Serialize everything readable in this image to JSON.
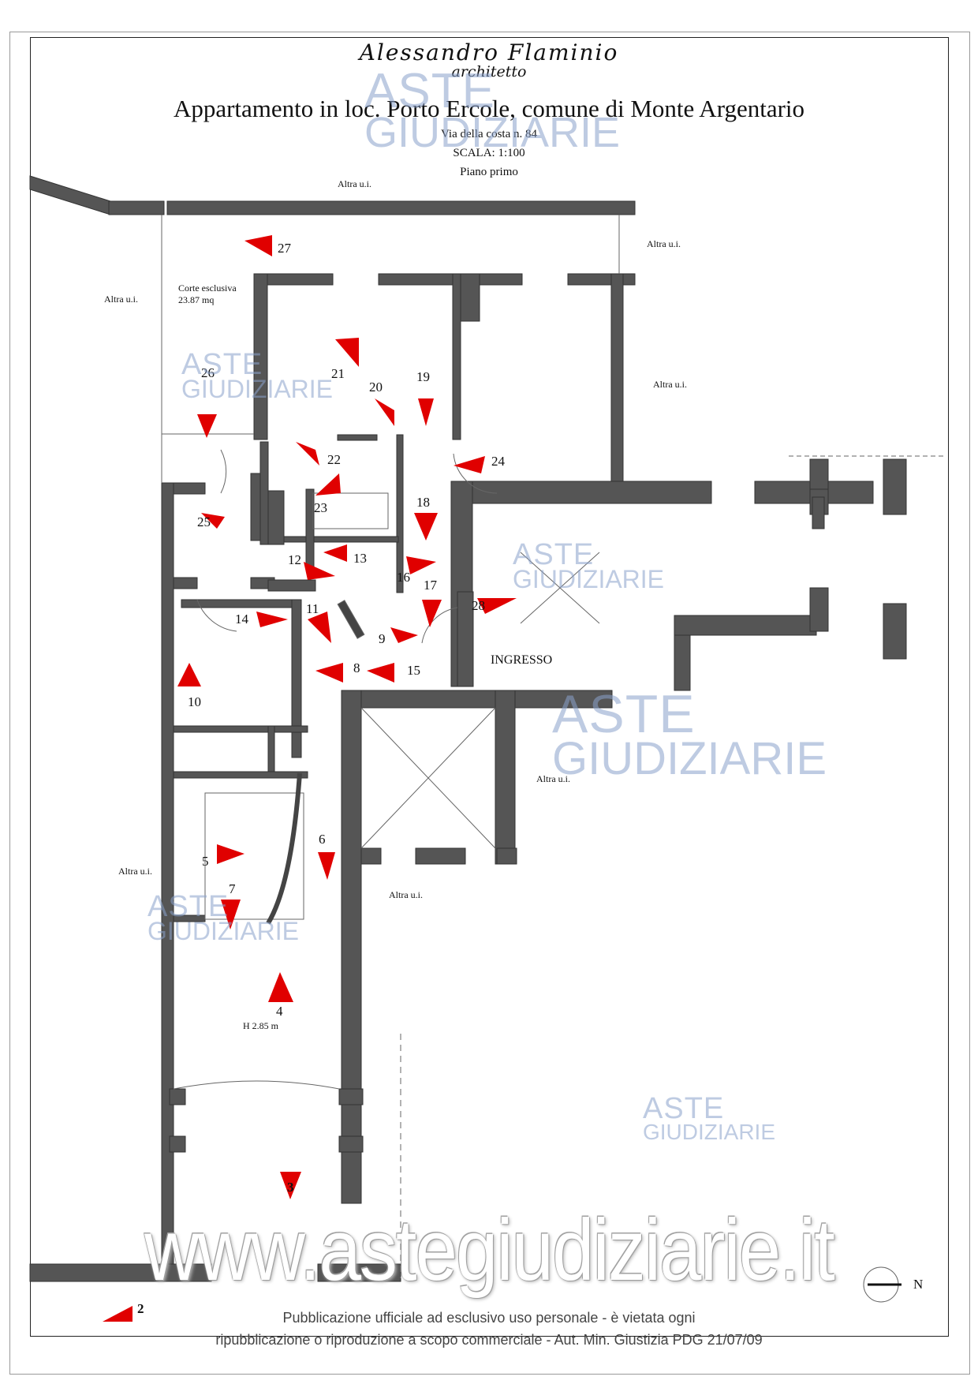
{
  "header": {
    "author": "Alessandro  Flaminio",
    "role": "architetto",
    "title": "Appartamento in loc. Porto Ercole, comune di Monte Argentario",
    "address": "Via della costa n. 84",
    "scale": "SCALA: 1:100",
    "floor": "Piano primo"
  },
  "labels": {
    "altra": "Altra u.i.",
    "corte_1": "Corte esclusiva",
    "corte_2": "23.87 mq",
    "ingresso": "INGRESSO",
    "height": "H 2.85 m",
    "north": "N"
  },
  "markers": [
    "2",
    "3",
    "4",
    "5",
    "6",
    "7",
    "8",
    "9",
    "10",
    "11",
    "12",
    "13",
    "14",
    "15",
    "16",
    "17",
    "18",
    "19",
    "20",
    "21",
    "22",
    "23",
    "24",
    "25",
    "26",
    "27",
    "28"
  ],
  "watermark": {
    "brand_top": "ASTE",
    "brand_bottom": "GIUDIZIARIE",
    "site": "www.astegiudiziarie.it",
    "notice_1": "Pubblicazione ufficiale ad esclusivo uso personale - è vietata ogni",
    "notice_2": "ripubblicazione o riproduzione a scopo commerciale - Aut. Min. Giustizia PDG 21/07/09"
  },
  "colors": {
    "wall": "#555555",
    "marker": "#e00000",
    "watermark": "#8aa2cc"
  }
}
